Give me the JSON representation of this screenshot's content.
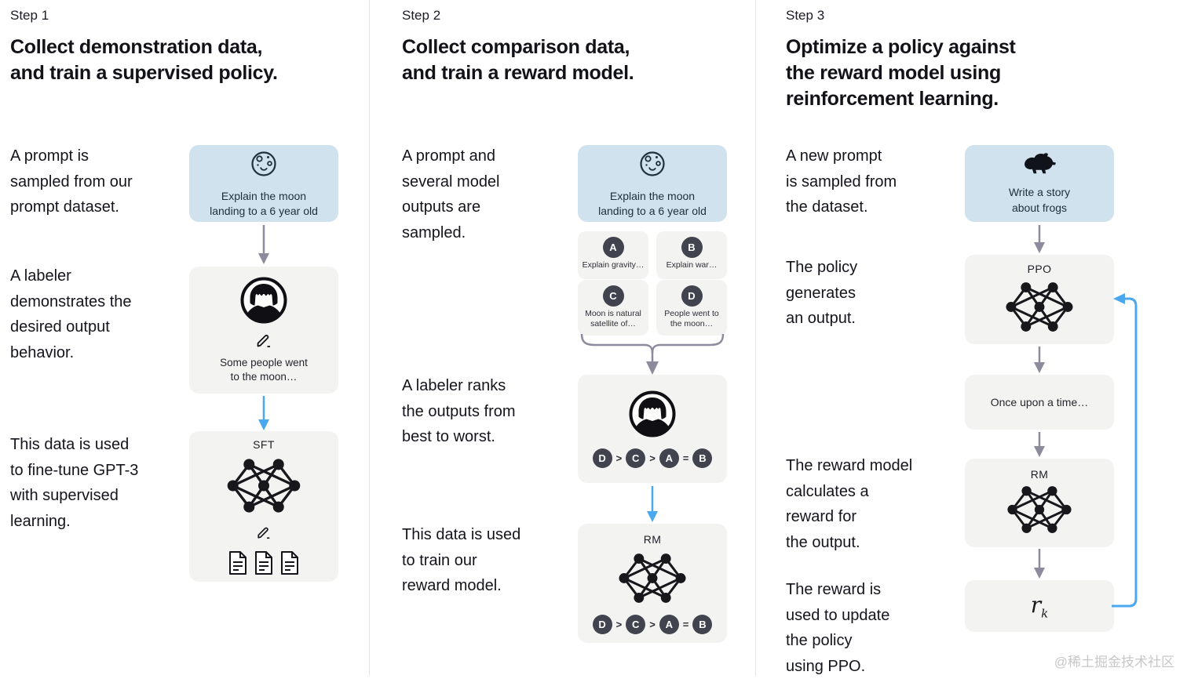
{
  "colors": {
    "prompt_box_bg": "#cfe2ed",
    "panel_bg": "#f3f3f1",
    "badge_bg": "#41434e",
    "arrow_gray": "#8b8b9d",
    "arrow_blue": "#4aa9ee",
    "divider": "#e5e5e3",
    "text_primary": "#14141c",
    "watermark_color": "#c7c7c7"
  },
  "watermark": "@稀土掘金技术社区",
  "step1": {
    "label": "Step 1",
    "title": "Collect demonstration data,\nand train a supervised policy.",
    "p1": "A prompt is\nsampled from our\nprompt dataset.",
    "p2": "A labeler\ndemonstrates the\ndesired output\nbehavior.",
    "p3": "This data is used\nto fine-tune GPT-3\nwith supervised\nlearning.",
    "prompt_box": "Explain the moon\nlanding to a 6 year old",
    "labeler_output": "Some people went\nto the moon…",
    "model_label": "SFT"
  },
  "step2": {
    "label": "Step 2",
    "title": "Collect comparison data,\nand train a reward model.",
    "p1": "A prompt and\nseveral model\noutputs are\nsampled.",
    "p2": "A labeler ranks\nthe outputs from\nbest to worst.",
    "p3": "This data is used\nto train our\nreward model.",
    "prompt_box": "Explain the moon\nlanding to a 6 year old",
    "outputs": [
      {
        "badge": "A",
        "text": "Explain gravity…"
      },
      {
        "badge": "B",
        "text": "Explain war…"
      },
      {
        "badge": "C",
        "text": "Moon is natural\nsatellite of…"
      },
      {
        "badge": "D",
        "text": "People went to\nthe moon…"
      }
    ],
    "ranking": {
      "r0": "D",
      "s0": ">",
      "r1": "C",
      "s1": ">",
      "r2": "A",
      "s2": "=",
      "r3": "B"
    },
    "model_label": "RM"
  },
  "step3": {
    "label": "Step 3",
    "title": "Optimize a policy against\nthe reward model using\nreinforcement learning.",
    "p1": "A new prompt\nis sampled from\nthe dataset.",
    "p2": "The policy\ngenerates\nan output.",
    "p3": "The reward model\ncalculates a\nreward for\nthe output.",
    "p4": "The reward is\nused to update\nthe policy\nusing PPO.",
    "prompt_box": "Write a story\nabout frogs",
    "policy_label": "PPO",
    "policy_output": "Once upon a time…",
    "rm_label": "RM",
    "reward_var": "r",
    "reward_sub": "k"
  }
}
